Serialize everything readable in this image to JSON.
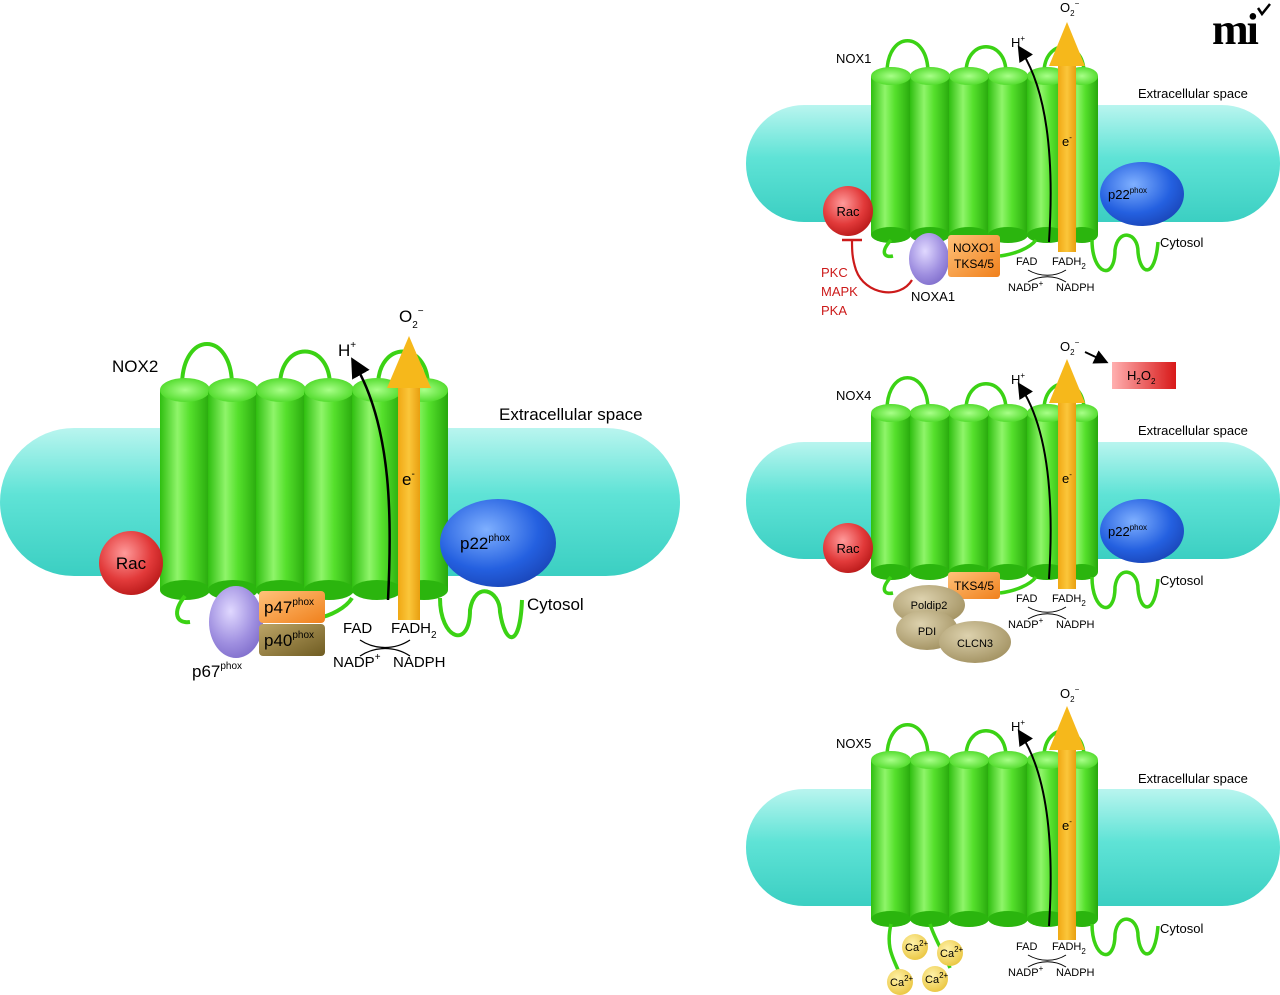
{
  "logo": "mi",
  "colors": {
    "membrane": "#5fe3d6",
    "nox": "#44dd22",
    "electron_arrow": "#f6b81b",
    "rac": "#e23a3a",
    "p22": "#2460e0",
    "p67": "#9f8fe0",
    "p47": "#f89a3c",
    "p40": "#8f7a3a",
    "inhibitor": "#cc1a1a",
    "h2o2": "#e02a2a",
    "ca": "#f2d24a",
    "tan_protein": "#b8a878"
  },
  "nox2": {
    "name": "NOX2",
    "extracellular": "Extracellular space",
    "cytosol": "Cytosol",
    "o2": "O",
    "o2_sub": "2",
    "o2_sup": "−",
    "h": "H",
    "h_sup": "+",
    "e": "e",
    "e_sup": "-",
    "rac": "Rac",
    "p22": "p22",
    "p22_sup": "phox",
    "p47": "p47",
    "p47_sup": "phox",
    "p40": "p40",
    "p40_sup": "phox",
    "p67": "p67",
    "p67_sup": "phox",
    "fad": "FAD",
    "fadh": "FADH",
    "fadh_sub": "2",
    "nadp": "NADP",
    "nadp_sup": "+",
    "nadph": "NADPH"
  },
  "nox1": {
    "name": "NOX1",
    "extracellular": "Extracellular space",
    "cytosol": "Cytosol",
    "o2": "O",
    "o2_sub": "2",
    "o2_sup": "−",
    "h": "H",
    "h_sup": "+",
    "e": "e",
    "e_sup": "-",
    "rac": "Rac",
    "p22": "p22",
    "p22_sup": "phox",
    "noxo1": "NOXO1",
    "tks": "TKS4/5",
    "noxa1": "NOXA1",
    "kinases": [
      "PKC",
      "MAPK",
      "PKA"
    ],
    "fad": "FAD",
    "fadh": "FADH",
    "fadh_sub": "2",
    "nadp": "NADP",
    "nadp_sup": "+",
    "nadph": "NADPH"
  },
  "nox4": {
    "name": "NOX4",
    "extracellular": "Extracellular space",
    "cytosol": "Cytosol",
    "o2": "O",
    "o2_sub": "2",
    "o2_sup": "−",
    "h2o2": "H",
    "h2o2_mid": "O",
    "h2o2_sub": "2",
    "h": "H",
    "h_sup": "+",
    "e": "e",
    "e_sup": "-",
    "rac": "Rac",
    "p22": "p22",
    "p22_sup": "phox",
    "tks": "TKS4/5",
    "poldip2": "Poldip2",
    "pdi": "PDI",
    "clcn3": "CLCN3",
    "fad": "FAD",
    "fadh": "FADH",
    "fadh_sub": "2",
    "nadp": "NADP",
    "nadp_sup": "+",
    "nadph": "NADPH"
  },
  "nox5": {
    "name": "NOX5",
    "extracellular": "Extracellular space",
    "cytosol": "Cytosol",
    "o2": "O",
    "o2_sub": "2",
    "o2_sup": "−",
    "h": "H",
    "h_sup": "+",
    "e": "e",
    "e_sup": "-",
    "ca": "Ca",
    "ca_sup": "2+",
    "fad": "FAD",
    "fadh": "FADH",
    "fadh_sub": "2",
    "nadp": "NADP",
    "nadp_sup": "+",
    "nadph": "NADPH"
  }
}
